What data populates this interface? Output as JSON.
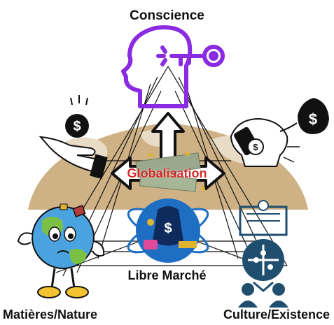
{
  "labels": {
    "top": "Conscience",
    "center": "Libre Marché",
    "left": "Matières/Nature",
    "right": "Culture/Existence",
    "globalisation": "Globalisation"
  },
  "icons": {
    "top": "head-key-icon",
    "hand_coin": "hand-dollar-coin-icon",
    "bulb": "lightbulb-money-bag-icon",
    "earth": "sad-earth-icon",
    "puzzle": "puzzle-people-icon",
    "money": "money-globe-icon",
    "arrows": "four-way-arrows-icon"
  },
  "colors": {
    "purple": "#8a2be2",
    "navy": "#1f4e6e",
    "gold": "#c9a878",
    "red": "#d42b2b",
    "blue": "#1e6fc4"
  }
}
